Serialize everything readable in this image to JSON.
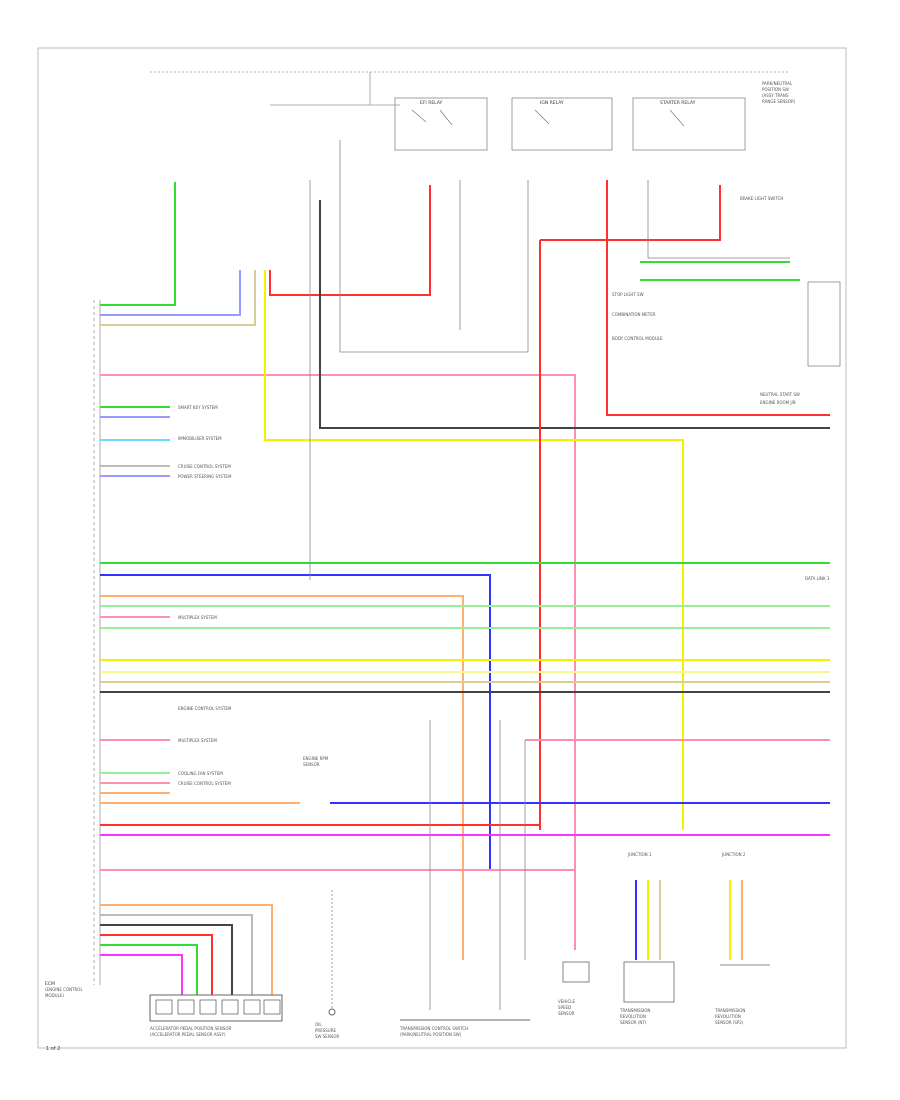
{
  "diagram": {
    "page_number": "1 of 2",
    "ecm_caption": [
      "ECM",
      "(ENGINE CONTROL",
      "MODULE)"
    ],
    "components": {
      "relay_1": "EFI RELAY",
      "relay_2": "IGN RELAY",
      "relay_3": "STARTER RELAY",
      "relay_3_note": [
        "PARK/NEUTRAL",
        "POSITION SW",
        "(ASSY TRANS",
        "RANGE SENSOR)"
      ],
      "sensor_ckp": [
        "ENGINE RPM",
        "SENSOR"
      ],
      "accel_pedal": [
        "ACCELERATOR PEDAL POSITION SENSOR",
        "(ACCELERATOR PEDAL SENSOR ASSY)"
      ],
      "oil_pressure": [
        "OIL",
        "PRESSURE",
        "SW SENSOR"
      ],
      "trans_range": [
        "TRANSMISSION CONTROL SWITCH",
        "(PARK/NEUTRAL POSITION SW)"
      ],
      "speed_sensor": [
        "VEHICLE",
        "SPEED",
        "SENSOR"
      ],
      "shift_sol_1": [
        "TRANSMISSION",
        "REVOLUTION",
        "SENSOR (NT)"
      ],
      "shift_sol_2": [
        "TRANSMISSION",
        "REVOLUTION",
        "SENSOR (SP2)"
      ],
      "junction_a": "JUNCTION 1",
      "junction_b": "JUNCTION 2",
      "data_link": "DATA LINK 3"
    },
    "system_refs": [
      "SMART KEY SYSTEM",
      "IMMOBILISER SYSTEM",
      "CRUISE CONTROL SYSTEM",
      "POWER STEERING SYSTEM",
      "MULTIPLEX SYSTEM",
      "ENGINE CONTROL SYSTEM",
      "MULTIPLEX SYSTEM",
      "COOLING FAN SYSTEM",
      "CRUISE CONTROL SYSTEM"
    ],
    "right_refs": [
      "BRAKE LIGHT SWITCH",
      "STOP LIGHT SW",
      "COMBINATION METER",
      "BODY CONTROL MODULE",
      "NEUTRAL START SW",
      "ENGINE ROOM J/B"
    ],
    "wire_colors": {
      "red": "#ff3030",
      "pink": "#ff8fb0",
      "green": "#33dd33",
      "light_green": "#99ee99",
      "blue": "#3333ff",
      "light_blue": "#9999ff",
      "yellow": "#f2f200",
      "light_yellow": "#f8f890",
      "tan": "#d8cc99",
      "orange": "#ffb070",
      "black": "#444444",
      "gray": "#999999",
      "magenta": "#ff33ff",
      "violet": "#bb99ee"
    }
  }
}
